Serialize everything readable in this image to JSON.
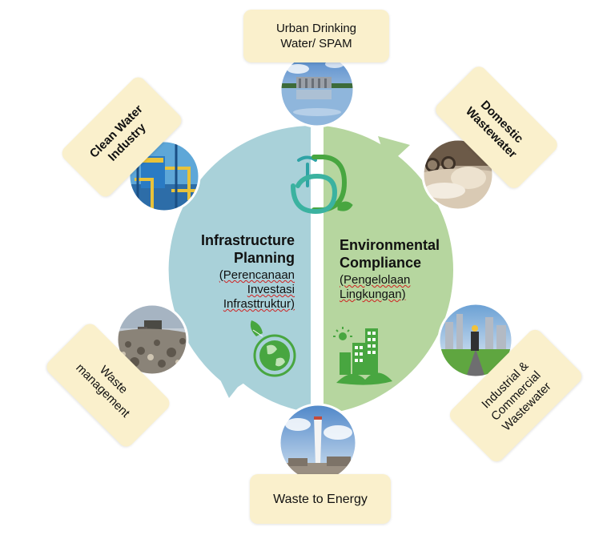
{
  "center": {
    "left_title": [
      "Infrastructure",
      "Planning"
    ],
    "left_subtitle": [
      "(Perencanaan",
      "Investasi",
      "Infrasttruktur)"
    ],
    "right_title": [
      "Environmental",
      "Compliance"
    ],
    "right_subtitle": [
      "(Pengelolaan",
      "Lingkungan)"
    ]
  },
  "sectors": {
    "top": [
      "Urban Drinking",
      "Water/ SPAM"
    ],
    "top_left": [
      "Clean Water",
      "Industry"
    ],
    "top_right": [
      "Domestic",
      "Wastewater"
    ],
    "bottom_left": [
      "Waste",
      "management"
    ],
    "bottom_right": [
      "Industrial &",
      "Commercial",
      "Wastewater"
    ],
    "bottom": [
      "Waste to Energy"
    ]
  },
  "colors": {
    "left_half": "#a9d1d9",
    "right_half": "#b6d69f",
    "label_bg": "#faf0cc",
    "icon_green": "#48a640",
    "icon_teal": "#2ea3a5"
  }
}
